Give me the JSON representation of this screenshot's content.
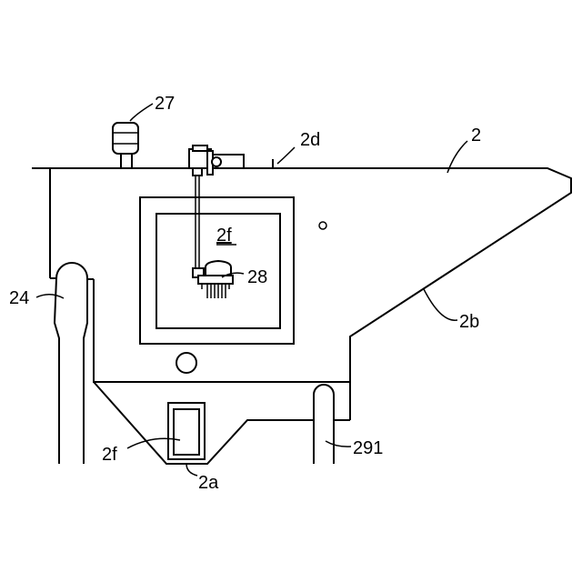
{
  "labels": {
    "ref_2": "2",
    "ref_2d": "2d",
    "ref_27": "27",
    "ref_24": "24",
    "ref_2f_inner": "2f",
    "ref_28": "28",
    "ref_2b": "2b",
    "ref_2f_lower": "2f",
    "ref_2a": "2a",
    "ref_291": "291"
  }
}
